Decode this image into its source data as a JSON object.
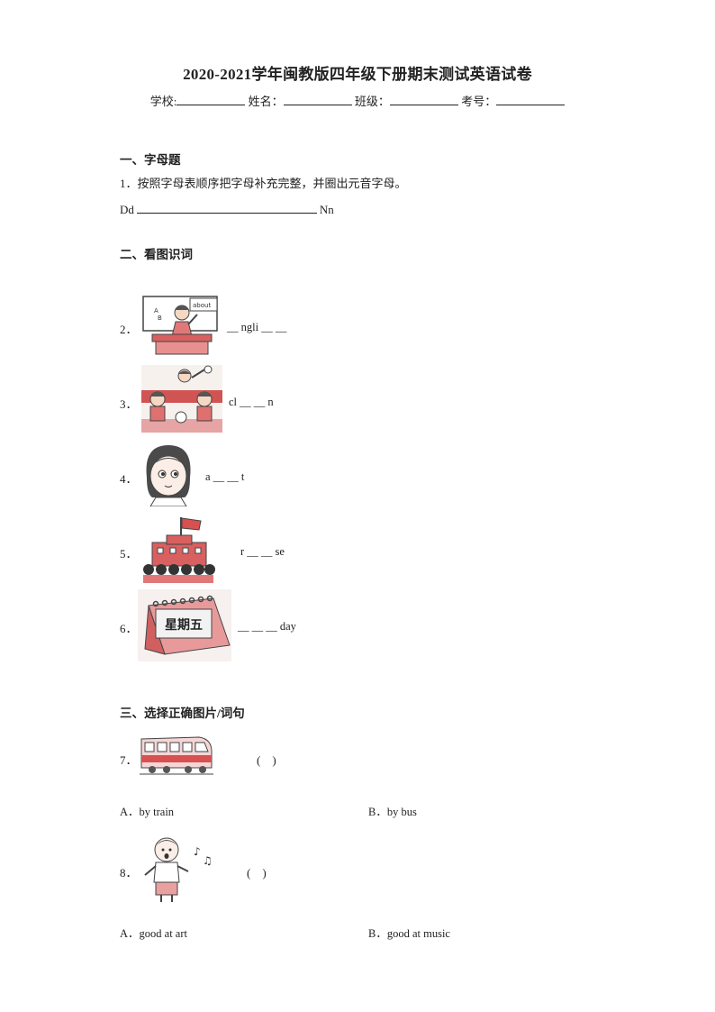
{
  "header": {
    "title": "2020-2021学年闽教版四年级下册期末测试英语试卷",
    "school_label": "学校:",
    "name_label": "姓名：",
    "class_label": "班级：",
    "id_label": "考号："
  },
  "section1": {
    "heading": "一、字母题",
    "q1_text": "1．按照字母表顺序把字母补充完整，并圈出元音字母。",
    "q1_start": "Dd",
    "q1_end": "Nn"
  },
  "section2": {
    "heading": "二、看图识词",
    "items": [
      {
        "num": "2．",
        "word": "__ ngli __ __",
        "board_text_a": "A",
        "board_text_b": "B",
        "board_text_about": "about"
      },
      {
        "num": "3．",
        "word": "cl __ __ n"
      },
      {
        "num": "4．",
        "word": "a __ __ t"
      },
      {
        "num": "5．",
        "word": "r __ __ se"
      },
      {
        "num": "6．",
        "word": "__ __ __ day",
        "calendar_text": "星期五"
      }
    ]
  },
  "section3": {
    "heading": "三、选择正确图片/词句",
    "q7": {
      "num": "7．",
      "paren": "(　)",
      "option_a": "A．by train",
      "option_b": "B．by bus"
    },
    "q8": {
      "num": "8．",
      "paren": "(　)",
      "option_a": "A．good at art",
      "option_b": "B．good at music"
    }
  }
}
